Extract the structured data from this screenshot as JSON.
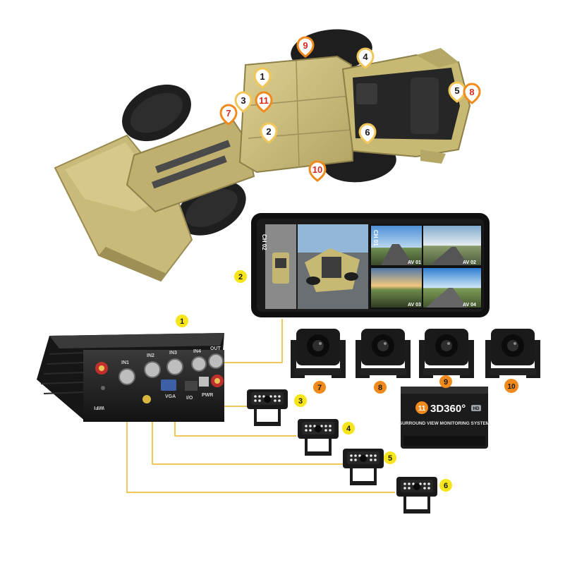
{
  "colors": {
    "loader_body": "#cbbd7c",
    "loader_shadow": "#a89a5a",
    "tire": "#1e1e1e",
    "wire": "#f2c75a",
    "badge_yellow": "#f7e51b",
    "badge_orange": "#f08a1c",
    "pin_red": "#d62b1f",
    "device_dark": "#1c1c1c"
  },
  "loader_pins": [
    {
      "label": "1",
      "style": "white"
    },
    {
      "label": "2",
      "style": "white"
    },
    {
      "label": "3",
      "style": "white"
    },
    {
      "label": "4",
      "style": "white"
    },
    {
      "label": "5",
      "style": "white"
    },
    {
      "label": "6",
      "style": "white"
    },
    {
      "label": "7",
      "style": "red"
    },
    {
      "label": "8",
      "style": "red"
    },
    {
      "label": "9",
      "style": "red"
    },
    {
      "label": "10",
      "style": "red"
    },
    {
      "label": "11",
      "style": "red"
    }
  ],
  "monitor": {
    "left_channel": "CH 02",
    "right_channel": "CH 01",
    "views": [
      "AV 01",
      "AV 02",
      "AV 03",
      "AV 04"
    ]
  },
  "mdvr": {
    "ports": [
      "IN1",
      "IN2",
      "IN3",
      "IN4",
      "OUT"
    ],
    "labels": [
      "WIFI",
      "VGA",
      "I/O",
      "PWR"
    ]
  },
  "box": {
    "number": "11",
    "brand": "3D360°",
    "tagline": "SURROUND VIEW MONITORING SYSTEM",
    "badge": "HD"
  },
  "badges": {
    "b1": "1",
    "b2": "2",
    "b3": "3",
    "b4": "4",
    "b5": "5",
    "b6": "6",
    "b7": "7",
    "b8": "8",
    "b9": "9",
    "b10": "10"
  }
}
